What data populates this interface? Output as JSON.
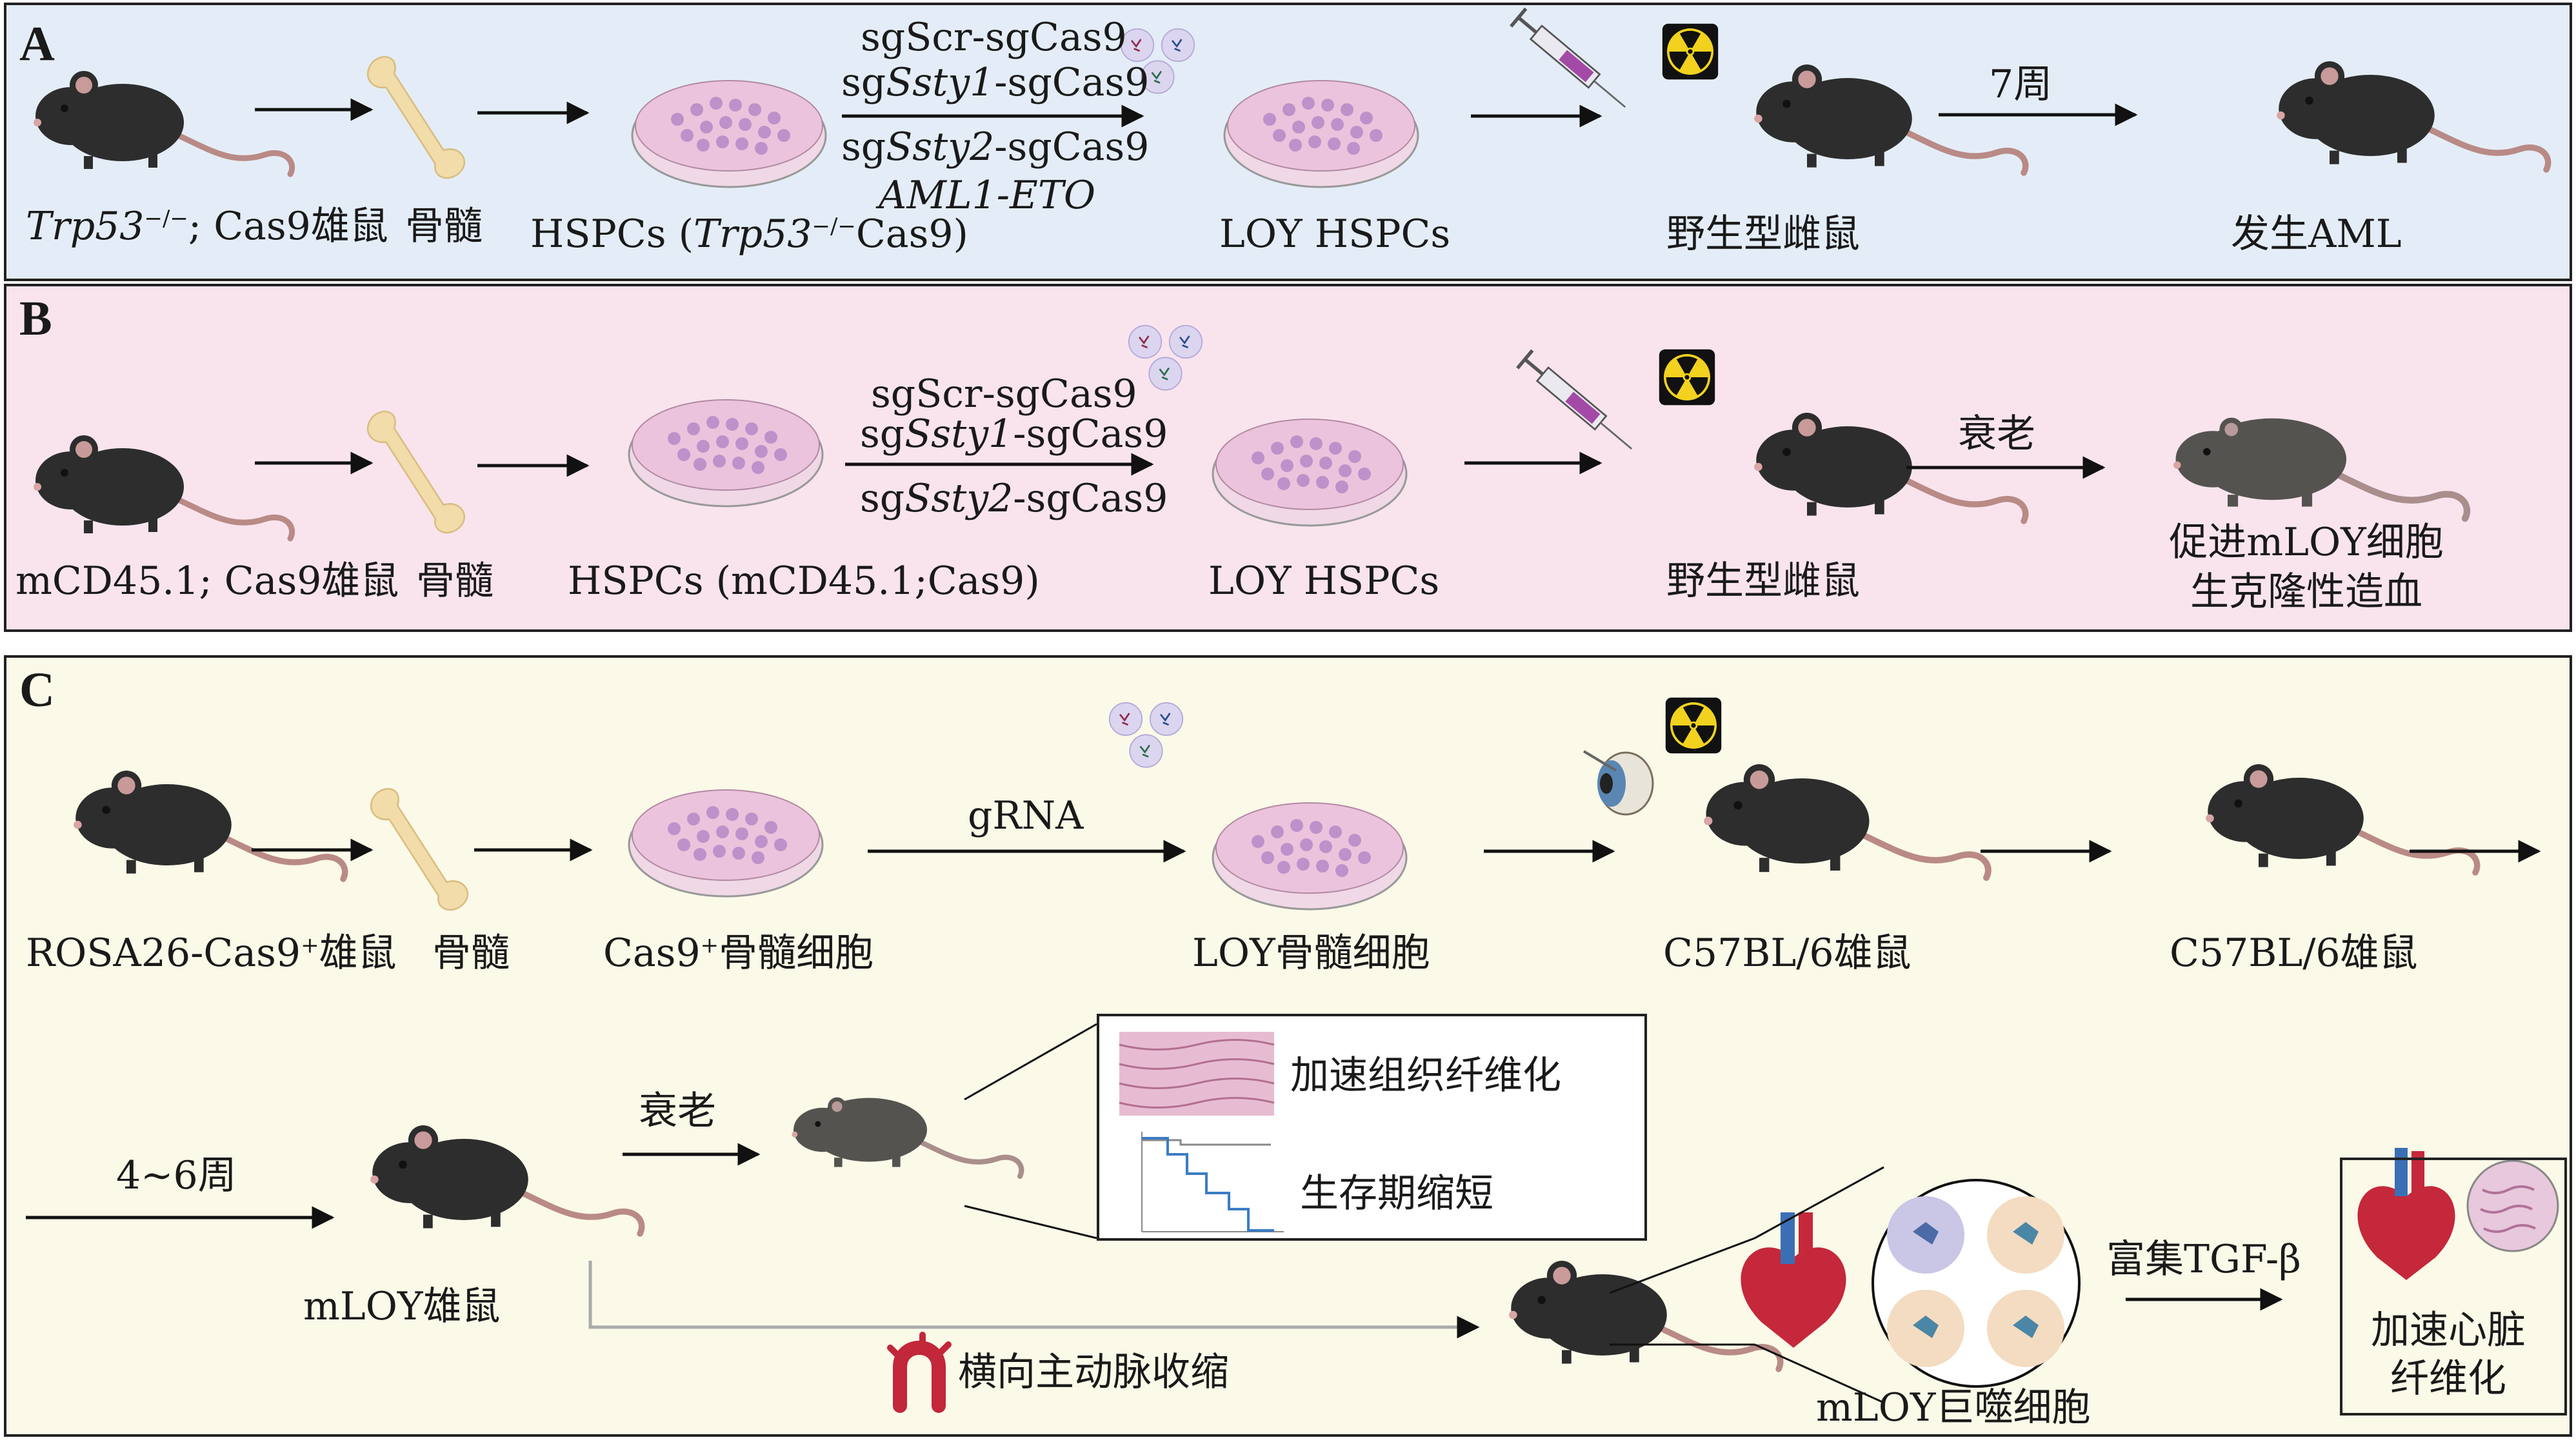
{
  "colors": {
    "panel_a_bg": "#e4edf7",
    "panel_b_bg": "#f9e4ee",
    "panel_c_bg": "#fbf9e8",
    "mouse": "#2d2d2d",
    "bone": "#f1dcaa",
    "dish": "#ecc3dc",
    "arrow": "#111111"
  },
  "panel_a": {
    "letter": "A",
    "mouse_label_italic": "Trp53",
    "mouse_label_sup": "−/−",
    "mouse_label_rest": "; Cas9雄鼠",
    "bone_label": "骨髓",
    "hspc_label_pre": "HSPCs (",
    "hspc_label_italic": "Trp53",
    "hspc_label_sup": "−/−",
    "hspc_label_post": "Cas9)",
    "sg_scr": "sgScr-sgCas9",
    "sg1_pre": "sg",
    "sg1_italic": "Ssty1",
    "sg1_post": "-sgCas9",
    "sg2_pre": "sg",
    "sg2_italic": "Ssty2",
    "sg2_post": "-sgCas9",
    "aml1": "AML1-ETO",
    "loy_label": "LOY HSPCs",
    "wt_label": "野生型雌鼠",
    "weeks": "7周",
    "outcome": "发生AML"
  },
  "panel_b": {
    "letter": "B",
    "mouse_label": "mCD45.1; Cas9雄鼠",
    "bone_label": "骨髓",
    "hspc_label": "HSPCs (mCD45.1;Cas9)",
    "sg_scr": "sgScr-sgCas9",
    "sg1_pre": "sg",
    "sg1_italic": "Ssty1",
    "sg1_post": "-sgCas9",
    "sg2_pre": "sg",
    "sg2_italic": "Ssty2",
    "sg2_post": "-sgCas9",
    "loy_label": "LOY HSPCs",
    "wt_label": "野生型雌鼠",
    "aging": "衰老",
    "outcome_line1": "促进mLOY细胞",
    "outcome_line2": "生克隆性造血"
  },
  "panel_c": {
    "letter": "C",
    "mouse_label_pre": "ROSA26-Cas9",
    "mouse_label_sup": "+",
    "mouse_label_post": "雄鼠",
    "bone_label": "骨髓",
    "cells_pre": "Cas9",
    "cells_sup": "+",
    "cells_post": "骨髓细胞",
    "grna": "gRNA",
    "loy_cells": "LOY骨髓细胞",
    "recipient1": "C57BL/6雄鼠",
    "recipient2": "C57BL/6雄鼠",
    "weeks": "4~6周",
    "mloy_mouse": "mLOY雄鼠",
    "aging": "衰老",
    "fibrosis": "加速组织纤维化",
    "survival": "生存期缩短",
    "tac": "横向主动脉收缩",
    "macrophage": "mLOY巨噬细胞",
    "tgf": "富集TGF-β",
    "heart_line1": "加速心脏",
    "heart_line2": "纤维化"
  }
}
